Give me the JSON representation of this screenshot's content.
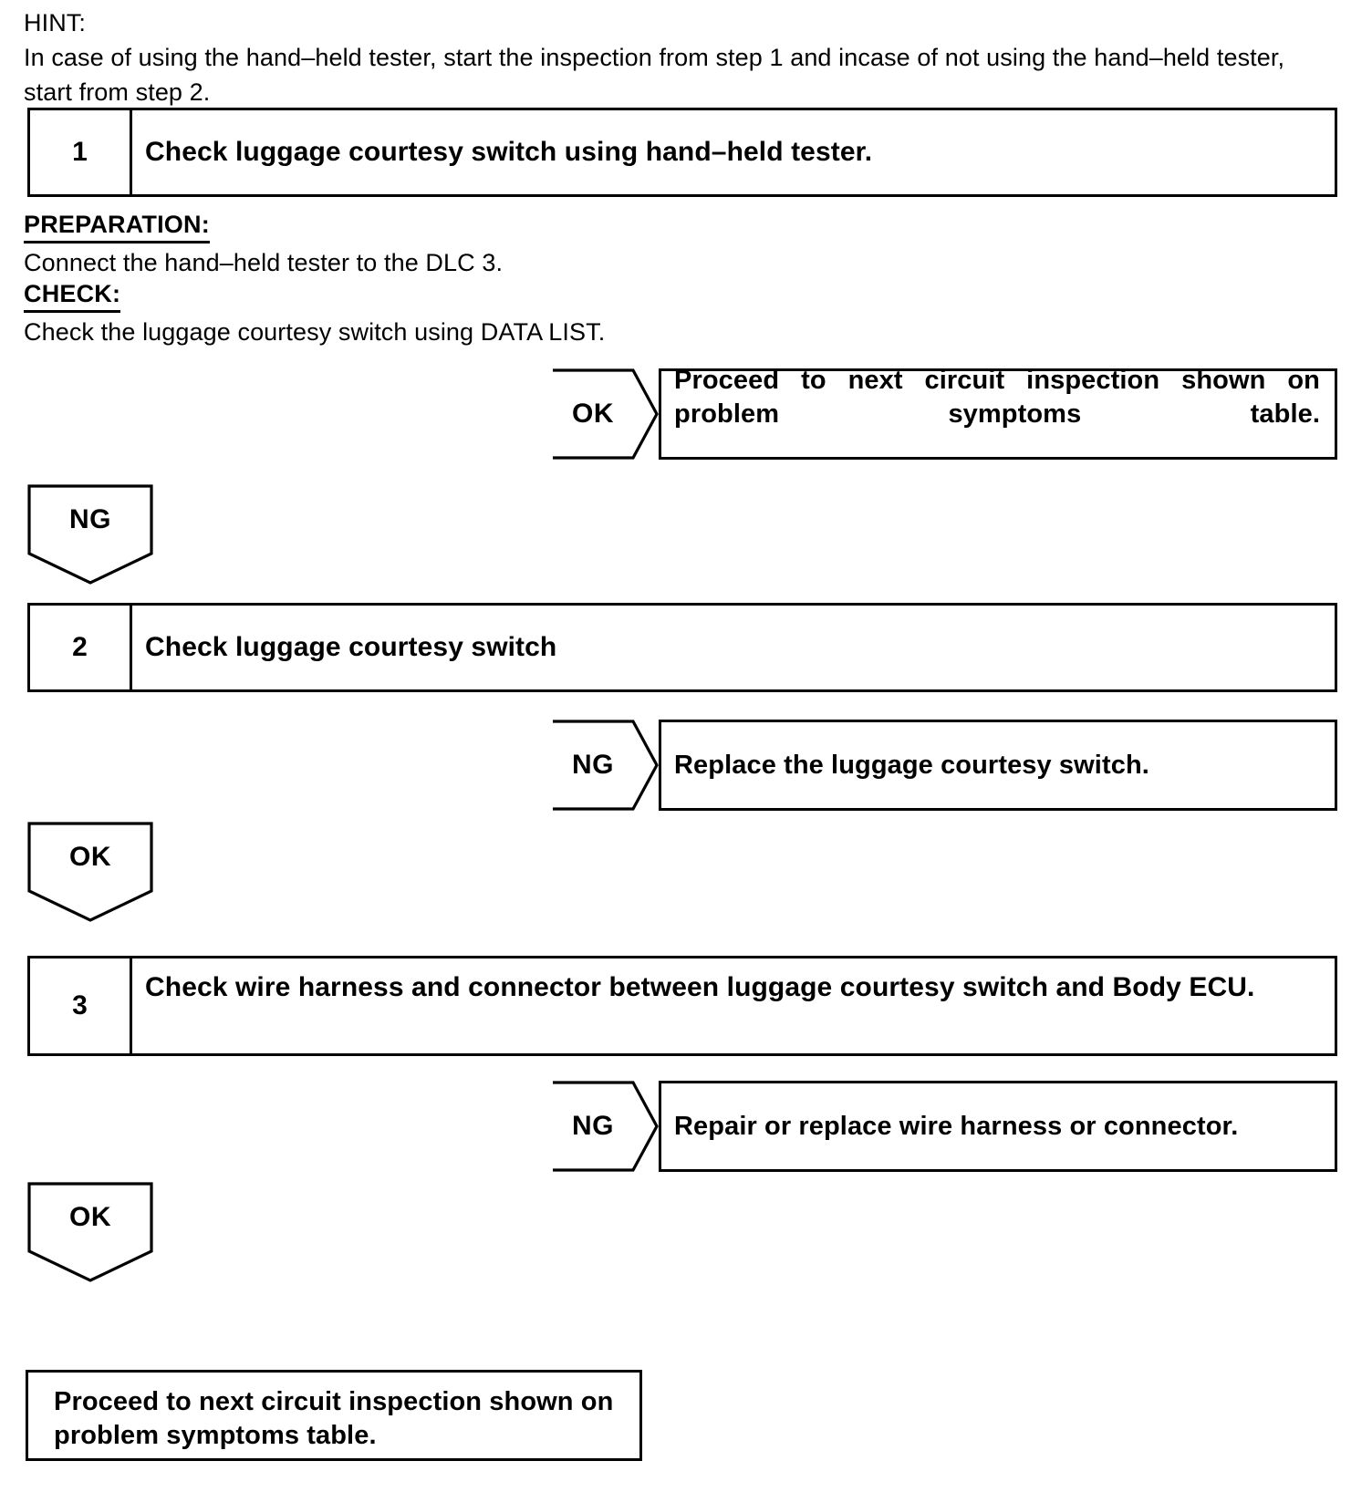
{
  "document": {
    "type": "automotive-diagnostic-flowchart",
    "hint": {
      "label": "HINT:",
      "text": "In case of using the hand–held tester, start the inspection from step 1 and incase of not using the hand–held tester, start from step 2."
    },
    "steps": [
      {
        "number": "1",
        "title": "Check luggage courtesy switch using hand–held tester.",
        "details": [
          {
            "heading": "PREPARATION:",
            "text": "Connect the hand–held tester to the DLC 3."
          },
          {
            "heading": "CHECK:",
            "text": "Check the luggage courtesy switch using DATA LIST."
          }
        ],
        "branch_right": {
          "label": "OK",
          "result": "Proceed to next circuit inspection shown on problem symptoms table."
        },
        "branch_down": {
          "label": "NG"
        }
      },
      {
        "number": "2",
        "title": "Check luggage courtesy switch",
        "details": [],
        "branch_right": {
          "label": "NG",
          "result": "Replace the luggage courtesy switch."
        },
        "branch_down": {
          "label": "OK"
        }
      },
      {
        "number": "3",
        "title": "Check wire harness and connector between luggage courtesy switch and Body ECU.",
        "details": [],
        "branch_right": {
          "label": "NG",
          "result": "Repair or replace wire harness or connector."
        },
        "branch_down": {
          "label": "OK"
        }
      }
    ],
    "final": {
      "text": "Proceed to next circuit inspection shown on problem symptoms table."
    },
    "colors": {
      "ink": "#000000",
      "paper": "#ffffff"
    }
  }
}
